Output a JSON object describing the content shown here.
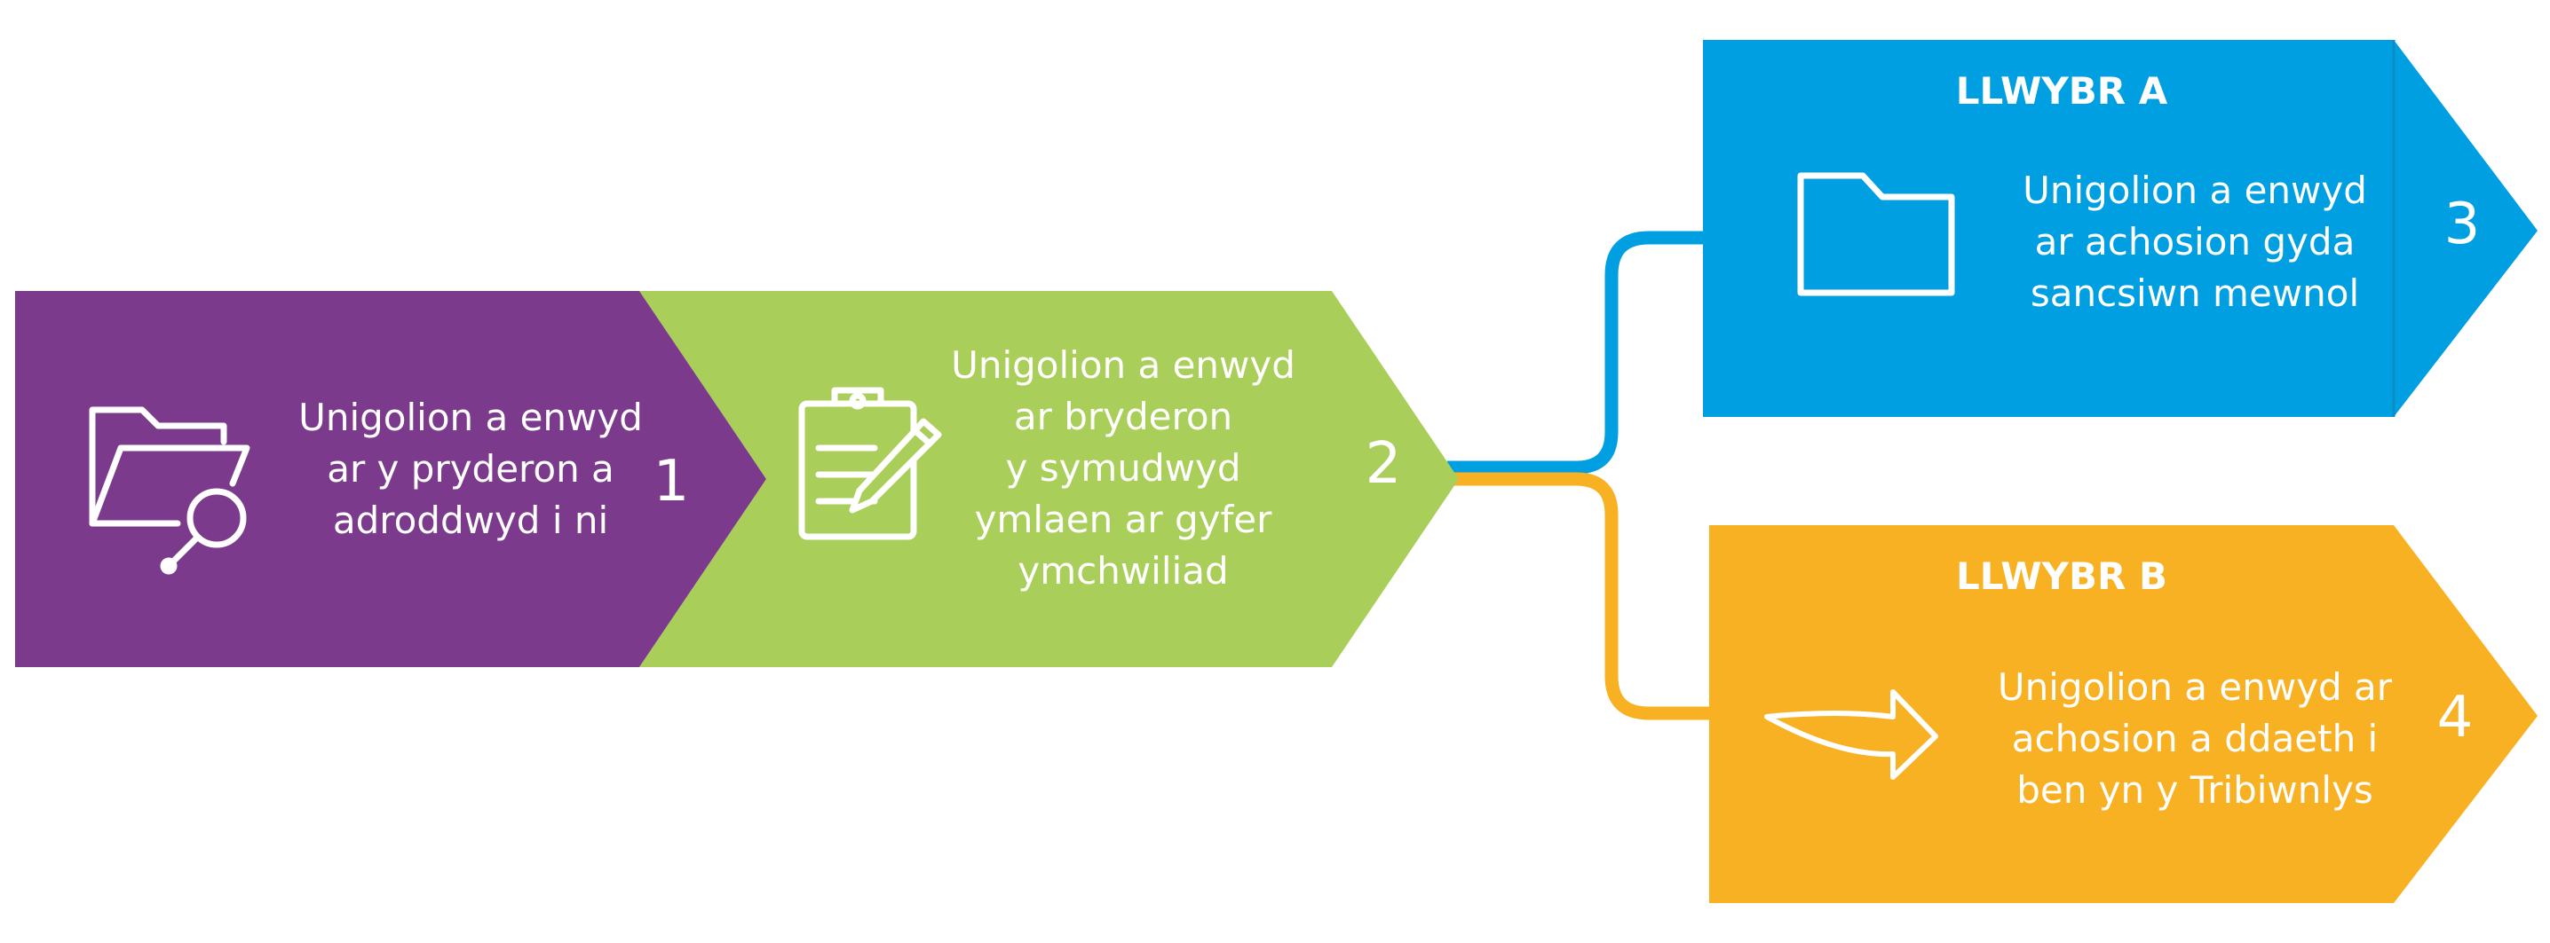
{
  "colors": {
    "step1": "#7b3a8b",
    "step2": "#aace5a",
    "route_a": "#009fe2",
    "route_b": "#f8b122",
    "text": "#ffffff"
  },
  "steps": [
    {
      "number": "1",
      "text": "Unigolion a enwyd\nar y pryderon a\nadroddwyd i ni",
      "icon": "folder-search-icon"
    },
    {
      "number": "2",
      "text": "Unigolion a enwyd\nar bryderon\ny symudwyd\nymlaen ar gyfer\nymchwiliad",
      "icon": "clipboard-pencil-icon"
    }
  ],
  "routes": [
    {
      "heading": "LLWYBR A",
      "number": "3",
      "text": "Unigolion a enwyd\nar achosion gyda\nsancsiwn mewnol",
      "icon": "folder-icon"
    },
    {
      "heading": "LLWYBR B",
      "number": "4",
      "text": "Unigolion a enwyd ar\nachosion a ddaeth i\nben yn y Tribiwnlys",
      "icon": "curved-arrow-icon"
    }
  ]
}
